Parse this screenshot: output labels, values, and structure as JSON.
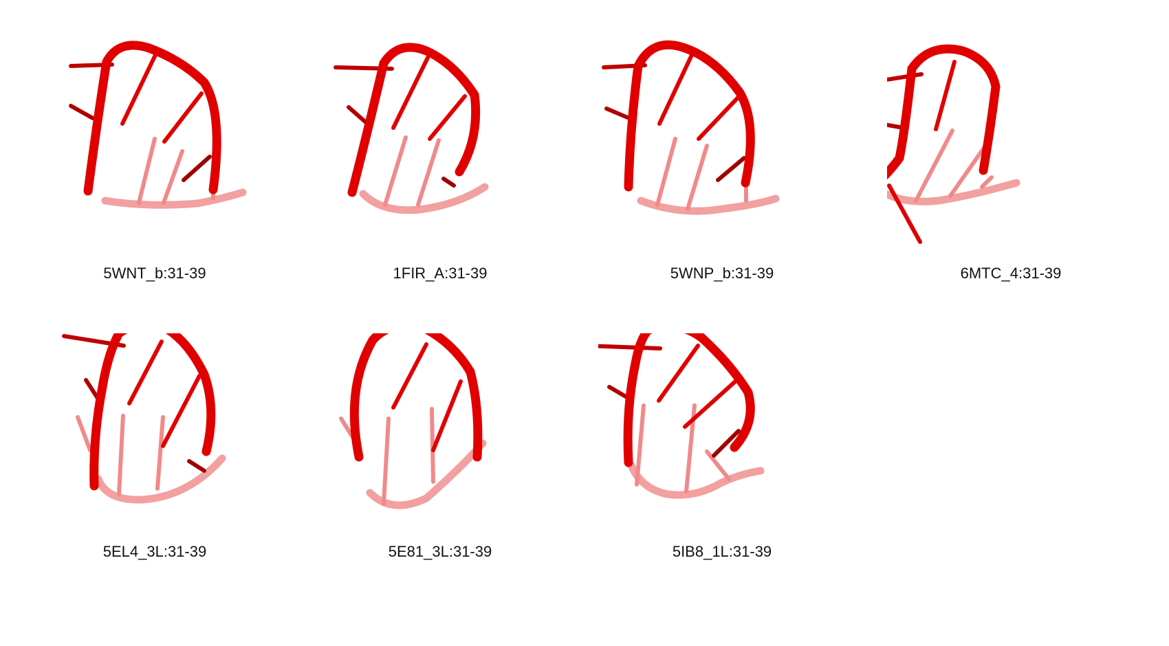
{
  "structure_color": "#e00000",
  "structures": [
    {
      "label": "5WNT_b:31-39"
    },
    {
      "label": "1FIR_A:31-39"
    },
    {
      "label": "5WNP_b:31-39"
    },
    {
      "label": "6MTC_4:31-39"
    },
    {
      "label": "5EL4_3L:31-39"
    },
    {
      "label": "5E81_3L:31-39"
    },
    {
      "label": "5IB8_1L:31-39"
    }
  ]
}
